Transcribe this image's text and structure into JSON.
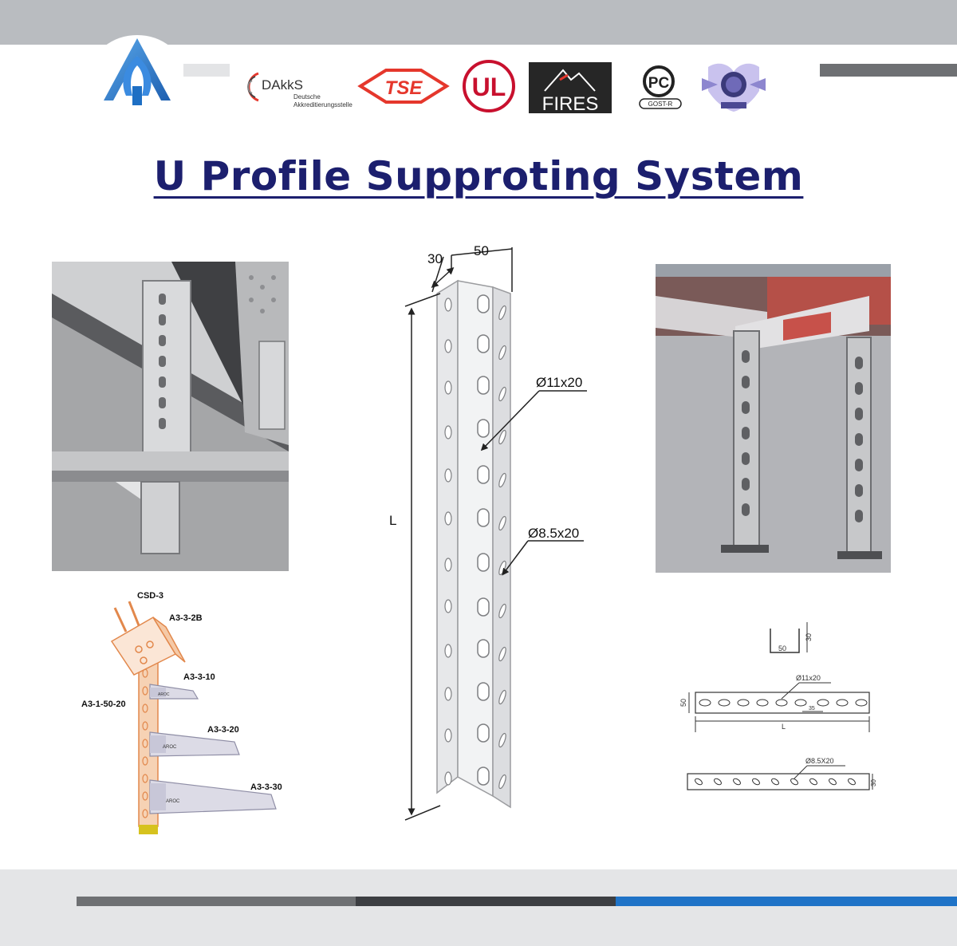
{
  "title": "U Profile Supproting System",
  "certifications": {
    "dakks_name": "DAkkS",
    "dakks_line1": "Deutsche",
    "dakks_line2": "Akkreditierungsstelle",
    "tse": "TSE",
    "ul": "UL",
    "fires": "FIRES",
    "gost_symbol": "PC",
    "gost": "GOST-R"
  },
  "profile_drawing": {
    "width_depth": "30",
    "width_face": "50",
    "length": "L",
    "hole_large": "Ø11x20",
    "hole_small": "Ø8.5x20"
  },
  "assembly": {
    "labels": [
      "CSD-3",
      "A3-3-2B",
      "A3-3-10",
      "A3-1-50-20",
      "A3-3-20",
      "A3-3-30"
    ],
    "bracket_brand": "AROC"
  },
  "section_drawing": {
    "face": "50",
    "depth": "30",
    "hole_large": "Ø11x20",
    "pitch": "35",
    "height": "50",
    "length": "L",
    "hole_small": "Ø8.5X20",
    "side_depth": "30"
  },
  "colors": {
    "title": "#1c1f6e",
    "band_light": "#b9bcc0",
    "bar_gray": "#6e7073",
    "bar_dark": "#3c3e42",
    "bar_blue": "#1f73c7",
    "logo_blue": "#1e6fc4"
  }
}
